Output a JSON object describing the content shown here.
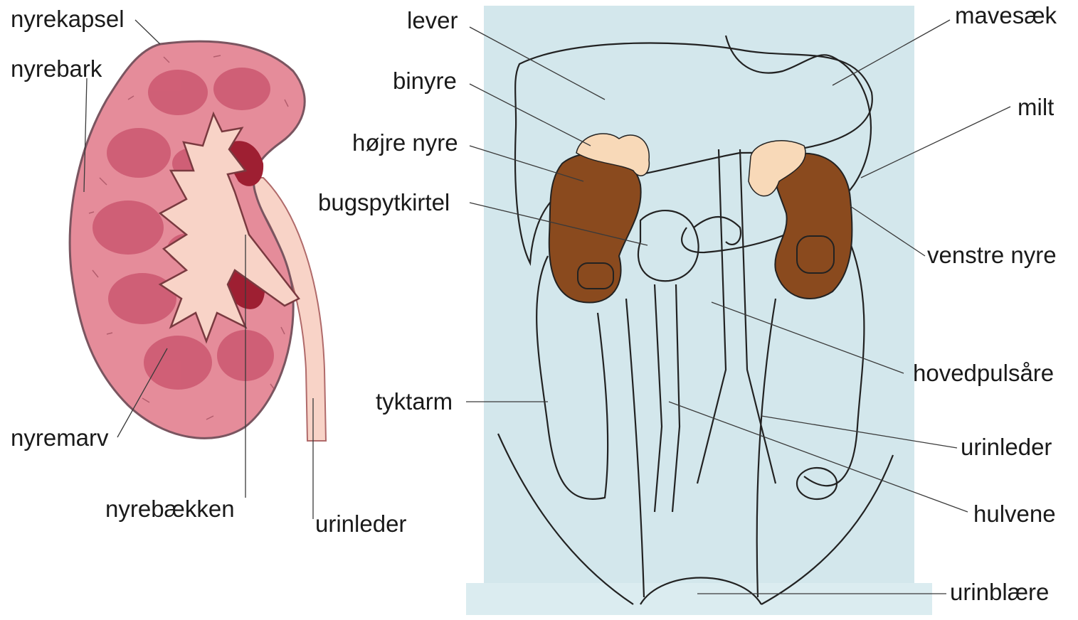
{
  "kidney_labels": {
    "capsule": "nyrekapsel",
    "cortex": "nyrebark",
    "medulla": "nyremarv",
    "pelvis": "nyrebækken",
    "ureter": "urinleder"
  },
  "torso_labels": {
    "liver": "lever",
    "adrenal": "binyre",
    "right_kidney": "højre nyre",
    "pancreas": "bugspytkirtel",
    "colon": "tyktarm",
    "stomach": "mavesæk",
    "spleen": "milt",
    "left_kidney": "venstre nyre",
    "aorta": "hovedpulsåre",
    "ureter": "urinleder",
    "vena_cava": "hulvene",
    "bladder": "urinblære"
  },
  "colors": {
    "kidney_cortex": "#e58c9a",
    "kidney_medulla": "#c8506a",
    "kidney_pelvis": "#f8d3c7",
    "kidney_dark": "#9e1f32",
    "torso_bg": "#d3e7ec",
    "kidney_brown": "#8a4a1e",
    "adrenal": "#f8d9b8"
  }
}
